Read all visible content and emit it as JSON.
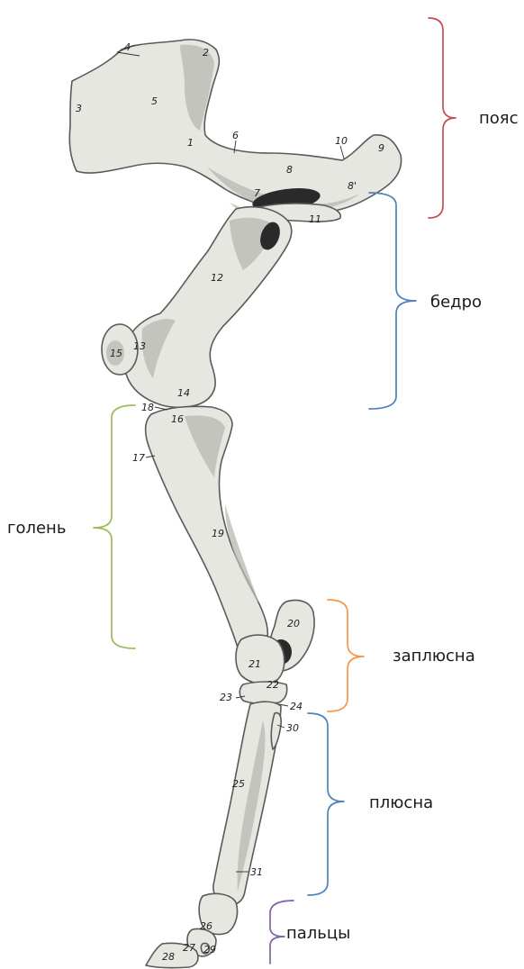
{
  "numbers": {
    "n1": "1",
    "n2": "2",
    "n3": "3",
    "n4": "4",
    "n5": "5",
    "n6": "6",
    "n7": "7",
    "n8": "8",
    "n8p": "8'",
    "n9": "9",
    "n10": "10",
    "n11": "11",
    "n12": "12",
    "n13": "13",
    "n14": "14",
    "n15": "15",
    "n16": "16",
    "n17": "17",
    "n18": "18",
    "n19": "19",
    "n20": "20",
    "n21": "21",
    "n22": "22",
    "n23": "23",
    "n24": "24",
    "n25": "25",
    "n26": "26",
    "n27": "27",
    "n28": "28",
    "n29": "29",
    "n30": "30",
    "n31": "31"
  },
  "regions": {
    "girdle": {
      "label": "пояс",
      "color": "#c0504d"
    },
    "thigh": {
      "label": "бедро",
      "color": "#4f81bd"
    },
    "shin": {
      "label": "голень",
      "color": "#9bbb59"
    },
    "tarsus": {
      "label": "заплюсна",
      "color": "#f79646"
    },
    "metatarsus": {
      "label": "плюсна",
      "color": "#4f81bd"
    },
    "digits": {
      "label": "пальцы",
      "color": "#8064a2"
    }
  }
}
